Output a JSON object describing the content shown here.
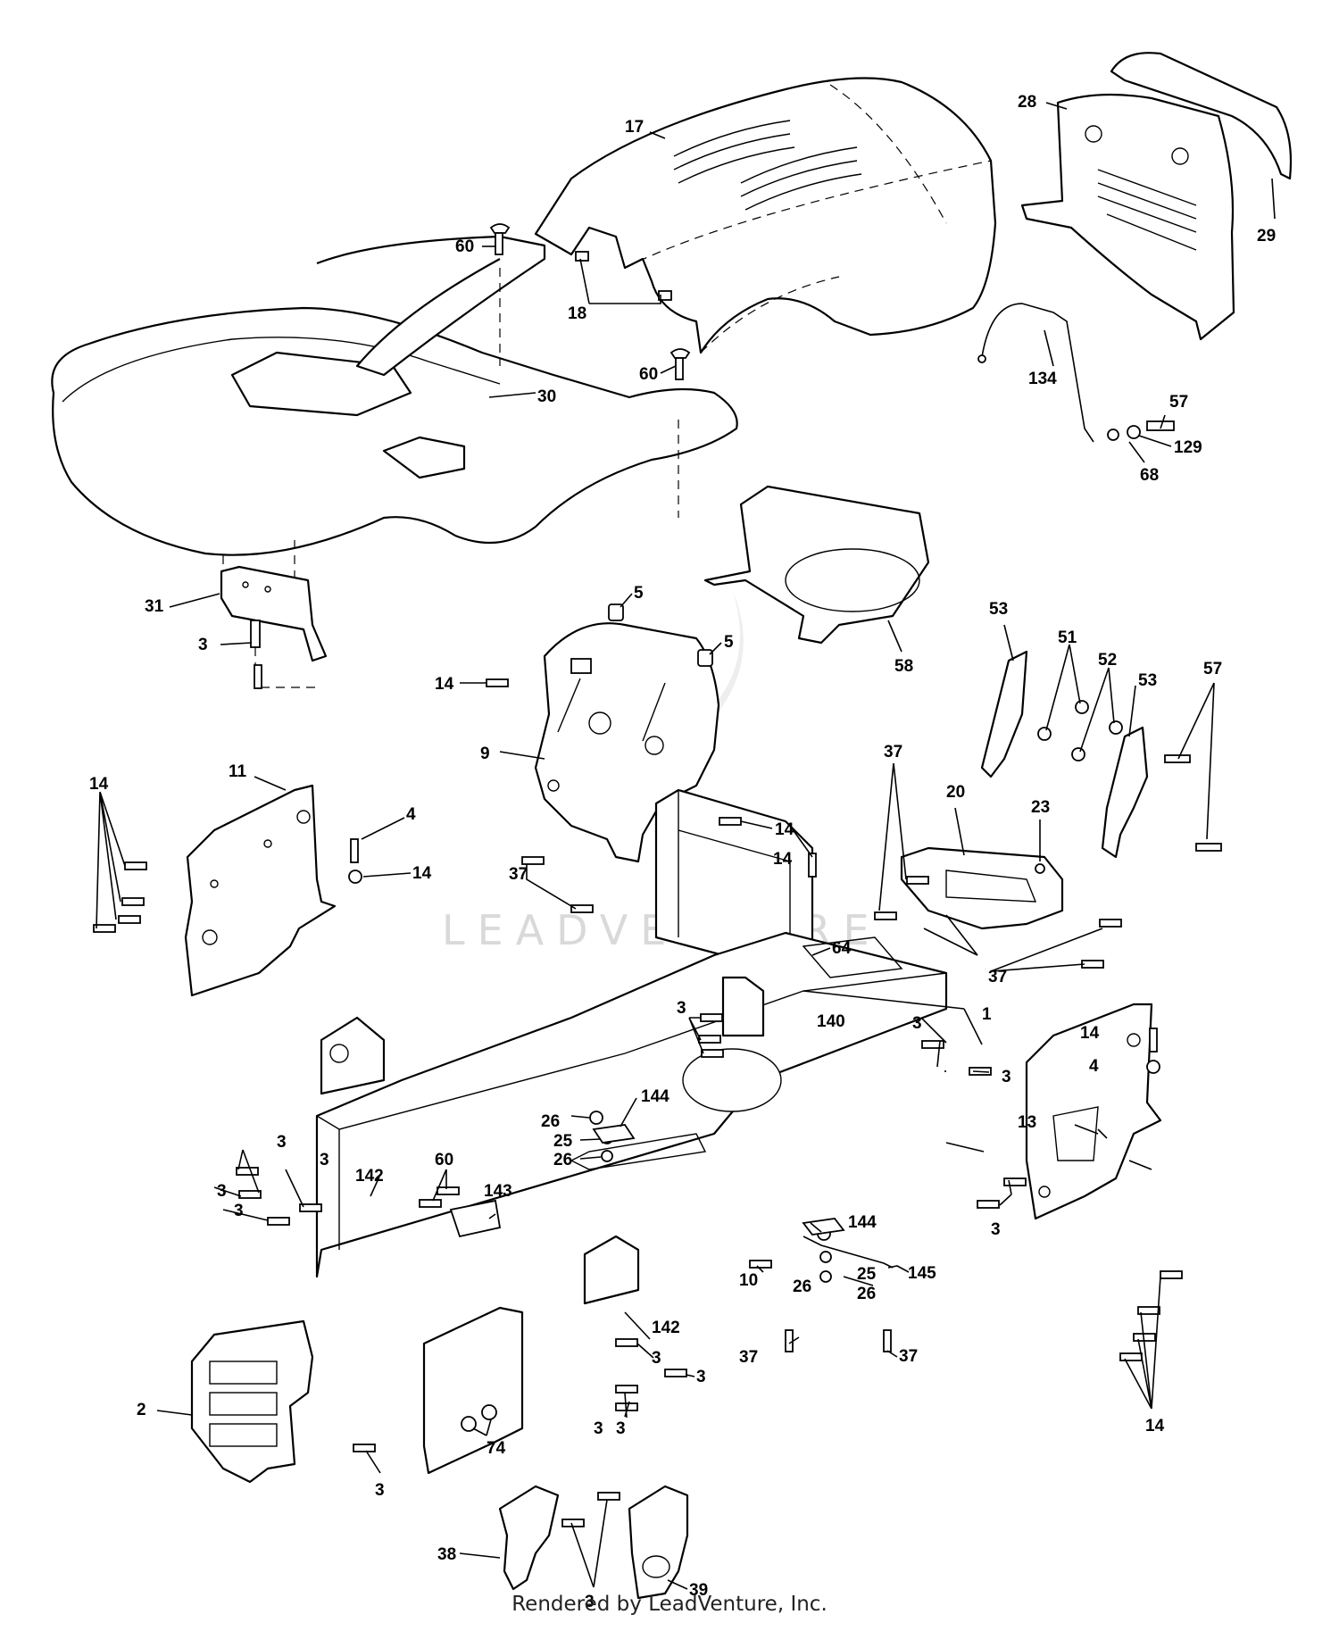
{
  "watermark": "LEADVENTURE",
  "footer": "Rendered by LeadVenture, Inc.",
  "callouts": [
    {
      "id": "c17",
      "text": "17"
    },
    {
      "id": "c28",
      "text": "28"
    },
    {
      "id": "c29",
      "text": "29"
    },
    {
      "id": "c60a",
      "text": "60"
    },
    {
      "id": "c18",
      "text": "18"
    },
    {
      "id": "c60b",
      "text": "60"
    },
    {
      "id": "c30",
      "text": "30"
    },
    {
      "id": "c134",
      "text": "134"
    },
    {
      "id": "c57a",
      "text": "57"
    },
    {
      "id": "c129",
      "text": "129"
    },
    {
      "id": "c68",
      "text": "68"
    },
    {
      "id": "c5a",
      "text": "5"
    },
    {
      "id": "c5b",
      "text": "5"
    },
    {
      "id": "c58",
      "text": "58"
    },
    {
      "id": "c31",
      "text": "31"
    },
    {
      "id": "c3a",
      "text": "3"
    },
    {
      "id": "c14a",
      "text": "14"
    },
    {
      "id": "c9",
      "text": "9"
    },
    {
      "id": "c53a",
      "text": "53"
    },
    {
      "id": "c51",
      "text": "51"
    },
    {
      "id": "c52",
      "text": "52"
    },
    {
      "id": "c53b",
      "text": "53"
    },
    {
      "id": "c57b",
      "text": "57"
    },
    {
      "id": "c37a",
      "text": "37"
    },
    {
      "id": "c20",
      "text": "20"
    },
    {
      "id": "c23",
      "text": "23"
    },
    {
      "id": "c14b",
      "text": "14"
    },
    {
      "id": "c11",
      "text": "11"
    },
    {
      "id": "c14c",
      "text": "14"
    },
    {
      "id": "c4a",
      "text": "4"
    },
    {
      "id": "c14d",
      "text": "14"
    },
    {
      "id": "c14e",
      "text": "14"
    },
    {
      "id": "c37b",
      "text": "37"
    },
    {
      "id": "c64",
      "text": "64"
    },
    {
      "id": "c37c",
      "text": "37"
    },
    {
      "id": "c3b",
      "text": "3"
    },
    {
      "id": "c140",
      "text": "140"
    },
    {
      "id": "c3c",
      "text": "3"
    },
    {
      "id": "c14f",
      "text": "14"
    },
    {
      "id": "c4b",
      "text": "4"
    },
    {
      "id": "c3d",
      "text": "3"
    },
    {
      "id": "c144a",
      "text": "144"
    },
    {
      "id": "c1",
      "text": "1"
    },
    {
      "id": "c13",
      "text": "13"
    },
    {
      "id": "c26a",
      "text": "26"
    },
    {
      "id": "c25a",
      "text": "25"
    },
    {
      "id": "c26b",
      "text": "26"
    },
    {
      "id": "c3e",
      "text": "3"
    },
    {
      "id": "c3f",
      "text": "3"
    },
    {
      "id": "c60c",
      "text": "60"
    },
    {
      "id": "c3g",
      "text": "3"
    },
    {
      "id": "c142a",
      "text": "142"
    },
    {
      "id": "c3h",
      "text": "3"
    },
    {
      "id": "c143",
      "text": "143"
    },
    {
      "id": "c3i",
      "text": "3"
    },
    {
      "id": "c144b",
      "text": "144"
    },
    {
      "id": "c10",
      "text": "10"
    },
    {
      "id": "c26c",
      "text": "26"
    },
    {
      "id": "c25b",
      "text": "25"
    },
    {
      "id": "c26d",
      "text": "26"
    },
    {
      "id": "c142b",
      "text": "142"
    },
    {
      "id": "c3j",
      "text": "3"
    },
    {
      "id": "c3k",
      "text": "3"
    },
    {
      "id": "c37d",
      "text": "37"
    },
    {
      "id": "c145",
      "text": "145"
    },
    {
      "id": "c37e",
      "text": "37"
    },
    {
      "id": "c2",
      "text": "2"
    },
    {
      "id": "c3l",
      "text": "3"
    },
    {
      "id": "c3m",
      "text": "3"
    },
    {
      "id": "c74",
      "text": "74"
    },
    {
      "id": "c14g",
      "text": "14"
    },
    {
      "id": "c3n",
      "text": "3"
    },
    {
      "id": "c38",
      "text": "38"
    },
    {
      "id": "c3o",
      "text": "3"
    },
    {
      "id": "c39",
      "text": "39"
    }
  ]
}
